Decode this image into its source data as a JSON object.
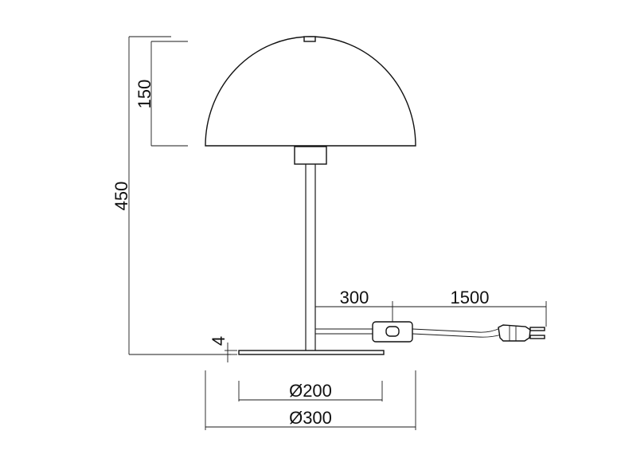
{
  "dimensions": {
    "shade_height": "150",
    "total_height": "450",
    "base_thickness": "4",
    "switch_distance": "300",
    "cable_length": "1500",
    "base_inner_diameter": "Ø200",
    "base_outer_diameter": "Ø300"
  },
  "icons": {
    "lamp": "table-lamp-drawing",
    "plug": "plug-icon",
    "switch": "inline-switch-icon"
  }
}
